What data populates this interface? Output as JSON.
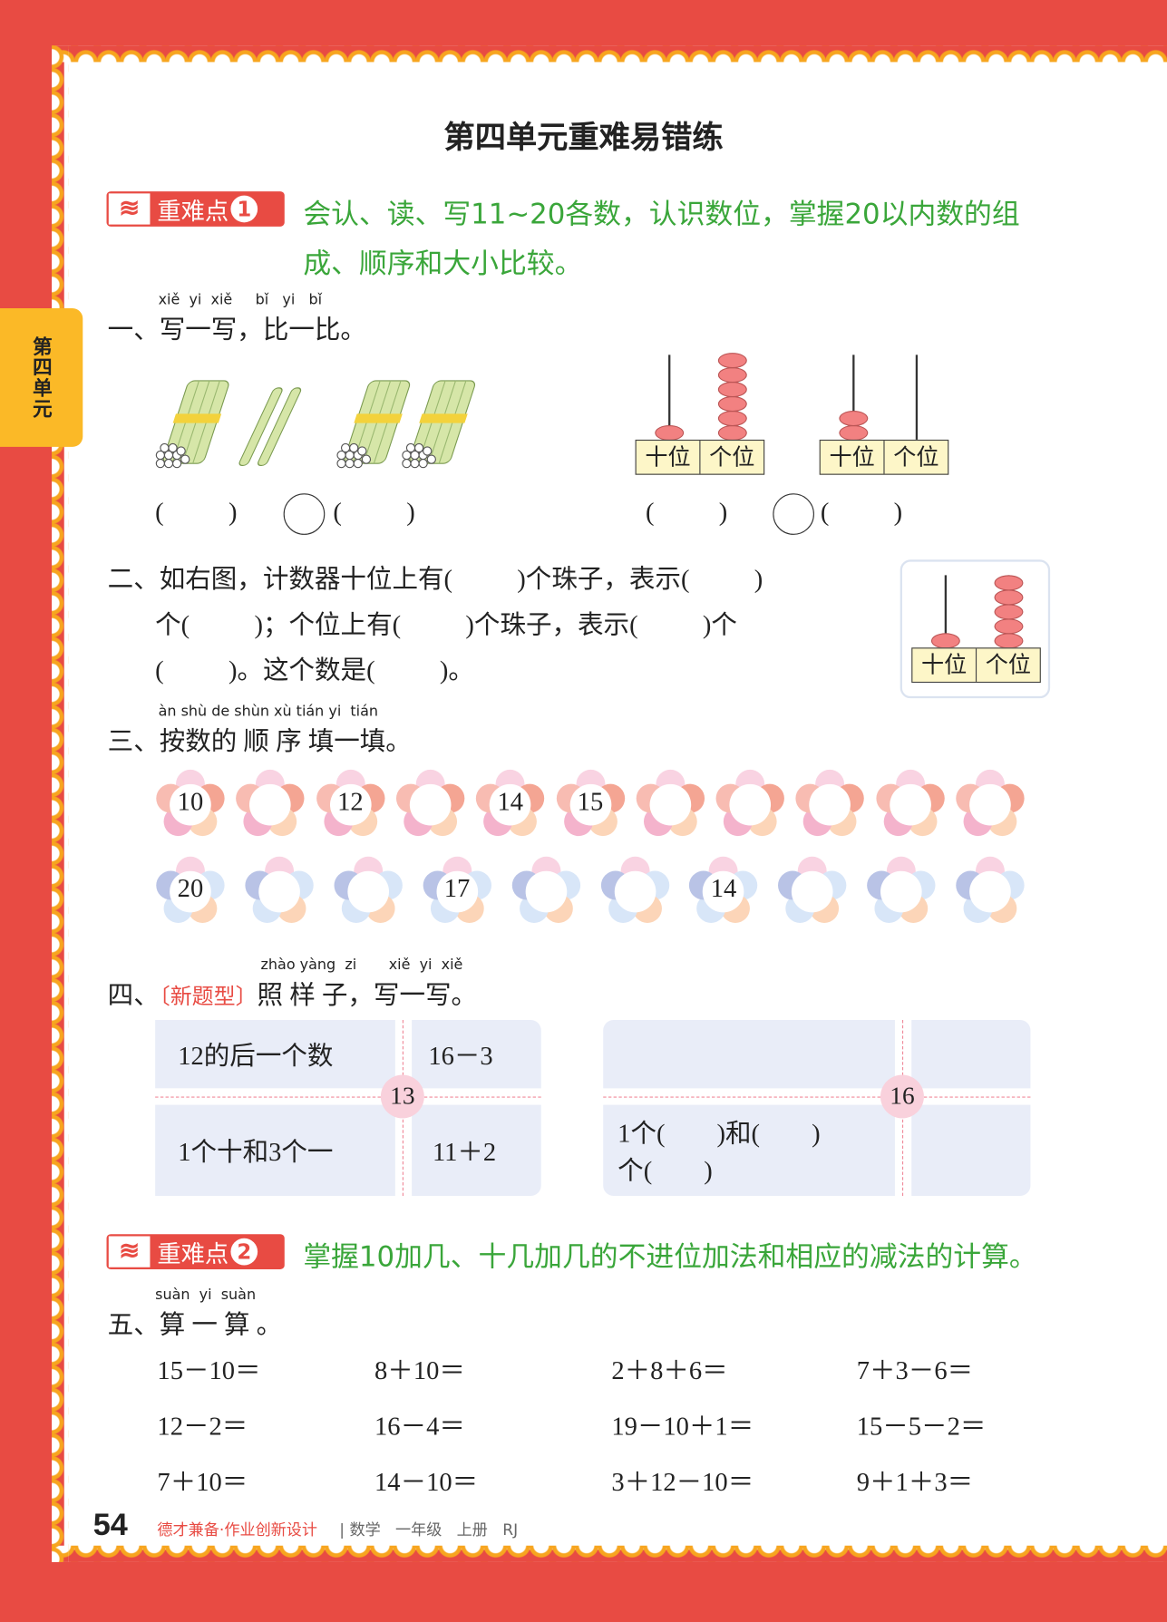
{
  "side_tab": "第四单元",
  "title": "第四单元重难易错练",
  "key_point_1": {
    "label": "重难点",
    "number": "1",
    "text_line1": "会认、读、写11~20各数，认识数位，掌握20以内数的组",
    "text_line2": "成、顺序和大小比较。"
  },
  "q1": {
    "pinyin": "xiě  yi  xiě     bǐ   yi   bǐ",
    "title": "一、写一写，比一比。",
    "blank_left": "(          )",
    "blank_right": "(          )",
    "place_tens": "十位",
    "place_ones": "个位",
    "abacus_a": {
      "tens": 1,
      "ones": 6
    },
    "abacus_b": {
      "tens": 2,
      "ones": 0
    }
  },
  "q2": {
    "line1": "二、如右图，计数器十位上有(          )个珠子，表示(          )",
    "line2": "个(          )；个位上有(          )个珠子，表示(          )个",
    "line3": "(          )。这个数是(          )。",
    "place_tens": "十位",
    "place_ones": "个位",
    "abacus": {
      "tens": 1,
      "ones": 5
    }
  },
  "q3": {
    "pinyin": "àn shù de shùn xù tián yi  tián",
    "title": "三、按数的 顺 序 填一填。",
    "row1": [
      "10",
      "",
      "12",
      "",
      "14",
      "15",
      "",
      "",
      "",
      "",
      ""
    ],
    "row2": [
      "20",
      "",
      "",
      "17",
      "",
      "",
      "14",
      "",
      "",
      ""
    ]
  },
  "q4": {
    "pinyin": "zhào yàng  zi       xiě  yi  xiě",
    "prefix": "四、",
    "tag": "〔新题型〕",
    "title": "照 样 子，写一写。",
    "example": {
      "center": "13",
      "top_left": "12的后一个数",
      "top_right": "16－3",
      "bottom_left": "1个十和3个一",
      "bottom_right": "11＋2"
    },
    "task": {
      "center": "16",
      "bottom_left_line1": "1个(        )和(        )",
      "bottom_left_line2": "个(        )"
    }
  },
  "key_point_2": {
    "label": "重难点",
    "number": "2",
    "text": "掌握10加几、十几加几的不进位加法和相应的减法的计算。"
  },
  "q5": {
    "pinyin": "suàn  yi  suàn",
    "title": "五、算 一 算 。",
    "rows": [
      [
        "15－10＝",
        "8＋10＝",
        "2＋8＋6＝",
        "7＋3－6＝"
      ],
      [
        "12－2＝",
        "16－4＝",
        "19－10＋1＝",
        "15－5－2＝"
      ],
      [
        "7＋10＝",
        "14－10＝",
        "3＋12－10＝",
        "9＋1＋3＝"
      ]
    ]
  },
  "footer": {
    "page": "54",
    "series": "德才兼备·作业创新设计",
    "info": "| 数学   一年级   上册   RJ"
  },
  "colors": {
    "border_red": "#e84b43",
    "wave_orange": "#f7a51f",
    "tab_yellow": "#fbb927",
    "green": "#3aa63a"
  }
}
